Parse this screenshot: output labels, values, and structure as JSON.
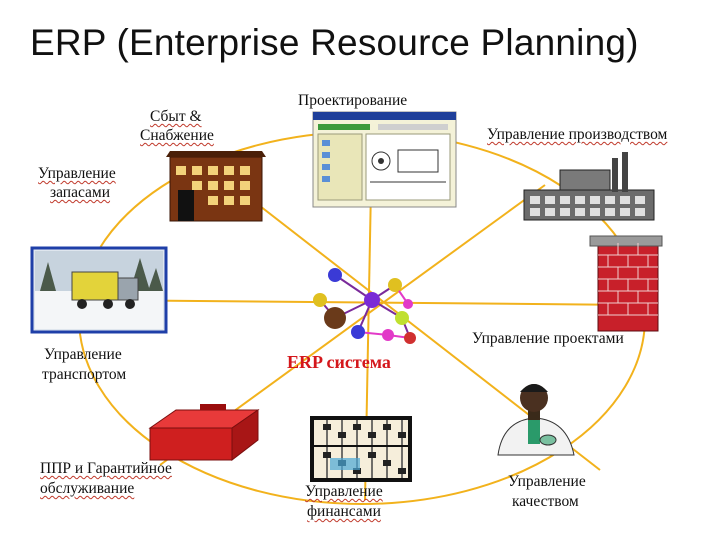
{
  "title": "ERP (Enterprise Resource Planning)",
  "center": {
    "label": "ERP система"
  },
  "nodes": {
    "sales_supply": {
      "line1": "Сбыт  &",
      "line2": "Снабжение"
    },
    "design": {
      "label": "Проектирование"
    },
    "production": {
      "label": "Управление производством"
    },
    "inventory": {
      "line1": "Управление",
      "line2": "запасами"
    },
    "projects": {
      "label": "Управление проектами"
    },
    "transport": {
      "line1": "Управление",
      "line2": "транспортом"
    },
    "maintenance": {
      "line1": "ППР и Гарантийное",
      "line2": "обслуживание"
    },
    "finance": {
      "line1": "Управление",
      "line2": "финансами"
    },
    "quality": {
      "line1": "Управление",
      "line2": "качеством"
    }
  },
  "colors": {
    "ring": "#f2b21c",
    "center_label": "#d4161b",
    "brick": "#c8202a",
    "building": "#5a2a10"
  }
}
